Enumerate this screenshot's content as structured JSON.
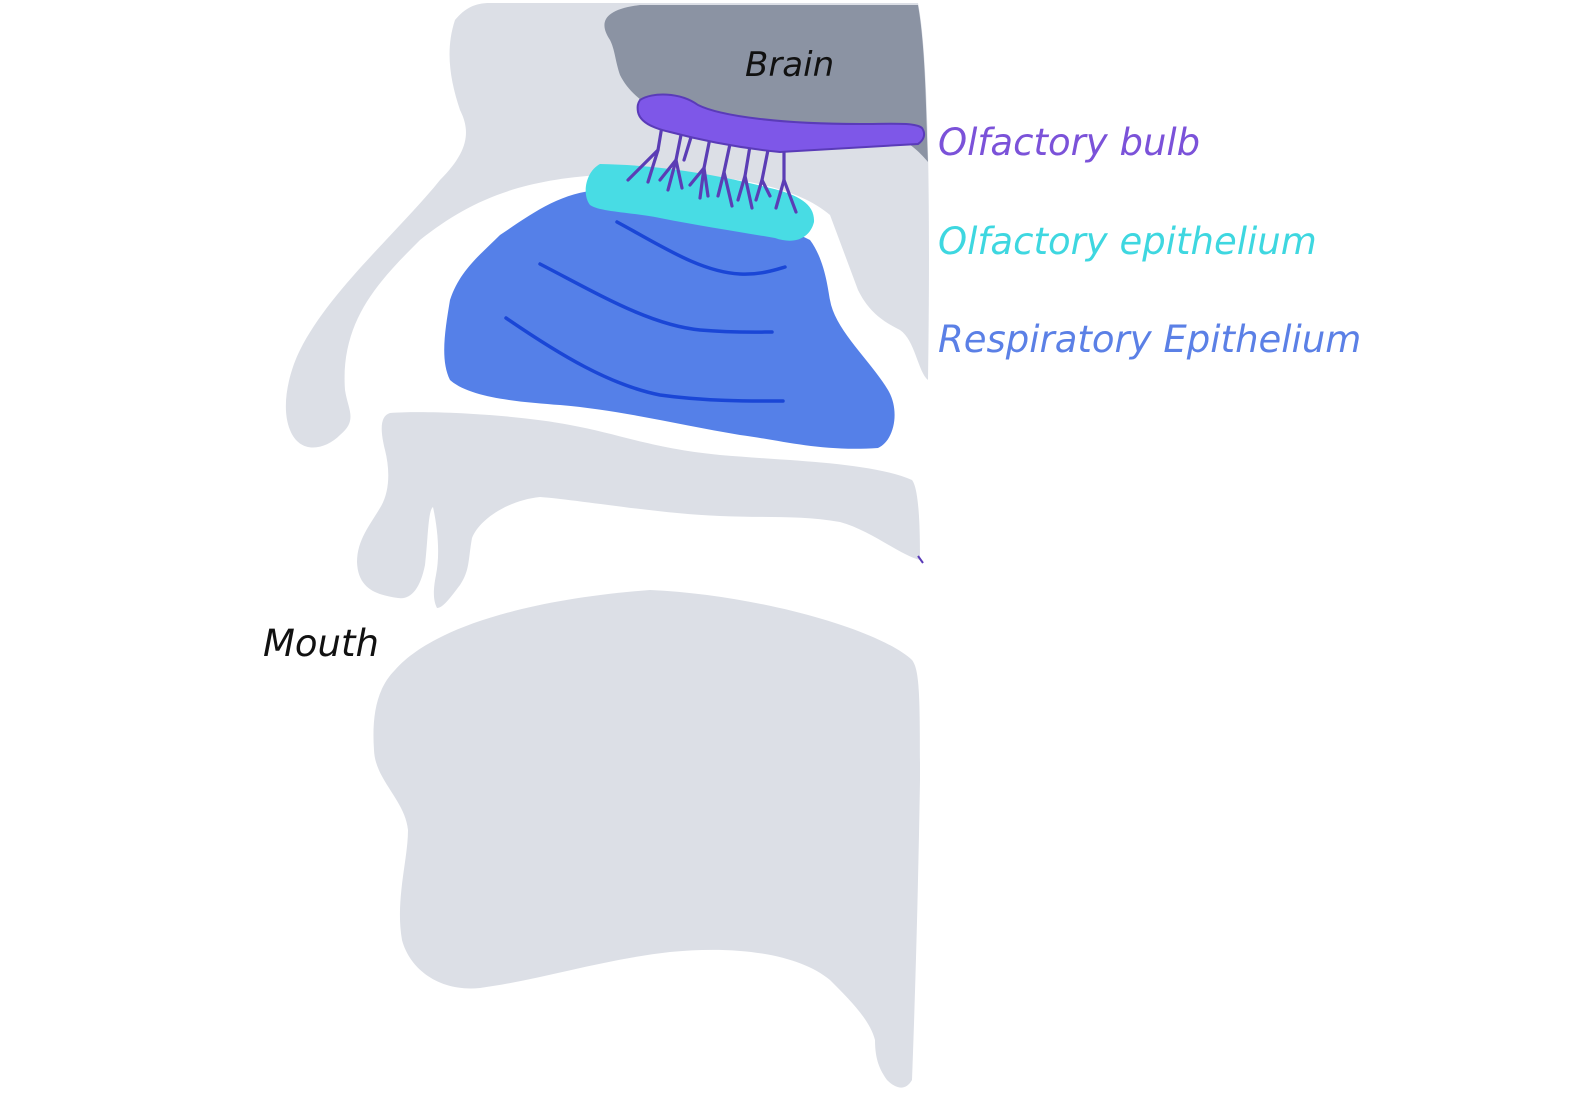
{
  "labels": {
    "brain": "Brain",
    "mouth": "Mouth",
    "olfactory_bulb": "Olfactory bulb",
    "olfactory_epithelium": "Olfactory epithelium",
    "respiratory_epithelium": "Respiratory Epithelium"
  },
  "colors": {
    "background": "#ffffff",
    "tissue": "#dcdfe6",
    "brain": "#8b93a3",
    "olfactory_bulb": "#7e57e8",
    "olfactory_bulb_outline": "#5a3bb8",
    "nerve_fibers": "#5b3db5",
    "olfactory_epithelium": "#48dce4",
    "respiratory_epithelium": "#5580e8",
    "turbinate_lines": "#1a46d6",
    "label_dark": "#111111",
    "label_bulb": "#7b52d9",
    "label_olfactory_epithelium": "#3ed7e0",
    "label_respiratory_epithelium": "#5b80e6"
  }
}
